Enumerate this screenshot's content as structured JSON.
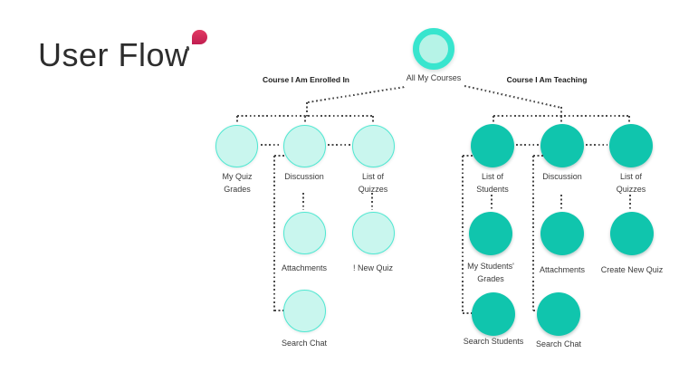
{
  "title": "User Flow",
  "root": {
    "label": "All My Courses"
  },
  "sections": {
    "enrolled": {
      "header": "Course I Am Enrolled In",
      "nodes": {
        "my_quiz_grades": "My Quiz\nGrades",
        "discussion": "Discussion",
        "list_of_quizzes": "List of\nQuizzes",
        "attachments": "Attachments",
        "new_quiz": "! New Quiz",
        "search_chat": "Search Chat"
      }
    },
    "teaching": {
      "header": "Course I Am Teaching",
      "nodes": {
        "list_of_students": "List of\nStudents",
        "discussion": "Discussion",
        "list_of_quizzes": "List of\nQuizzes",
        "my_students_grades": "My Students'\nGrades",
        "attachments": "Attachments",
        "create_new_quiz": "Create New Quiz",
        "search_students": "Search Students",
        "search_chat": "Search Chat"
      }
    }
  },
  "colors": {
    "teal_solid": "#10c5ad",
    "teal_ring": "#38e5ce",
    "mint_fill": "#c9f6ee",
    "mint_border": "#4fe8d2",
    "pink_accent": "#d32a58",
    "connector_gray": "#4a4a4a",
    "title_text": "#2d2d2d",
    "label_text": "#3a3a3a"
  }
}
